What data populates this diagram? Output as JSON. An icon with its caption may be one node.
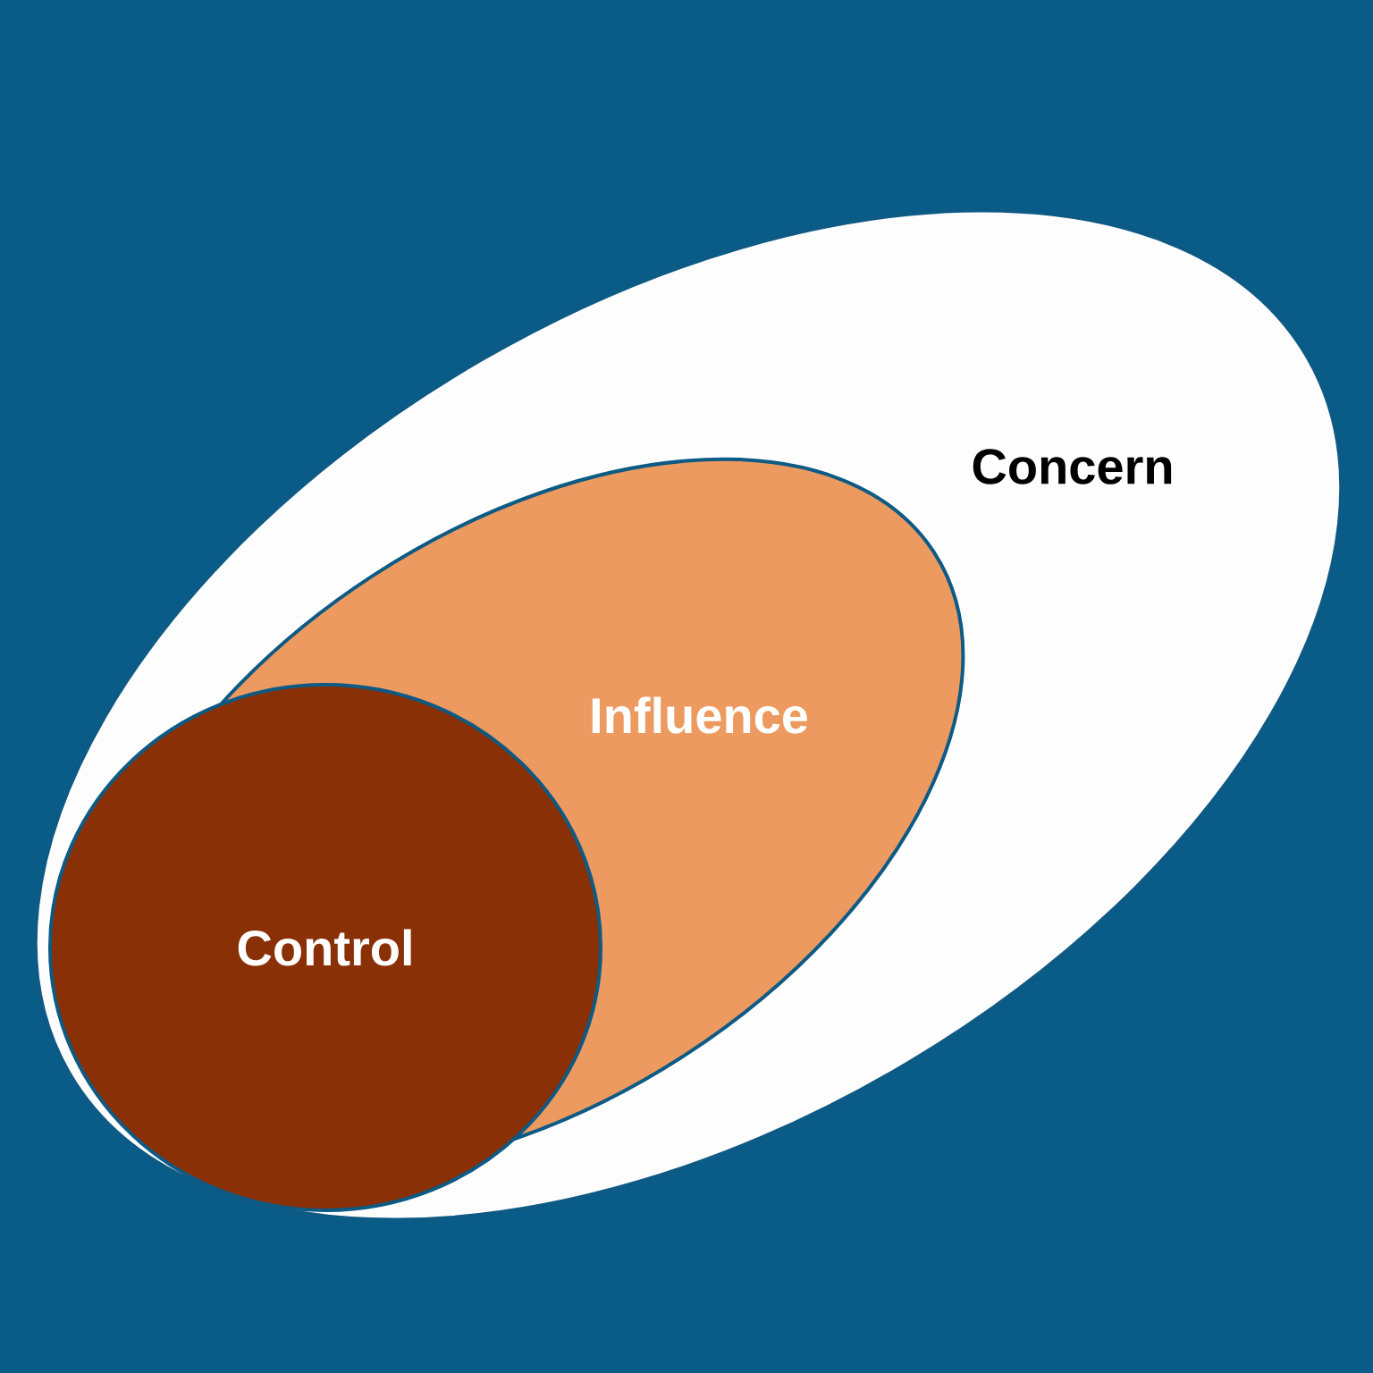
{
  "diagram": {
    "nodes": [
      {
        "text": [
          "Concern"
        ]
      },
      {
        "text": [
          "Influence"
        ],
        "in": 0
      },
      {
        "text": [
          "Control"
        ],
        "in": 0
      }
    ]
  }
}
